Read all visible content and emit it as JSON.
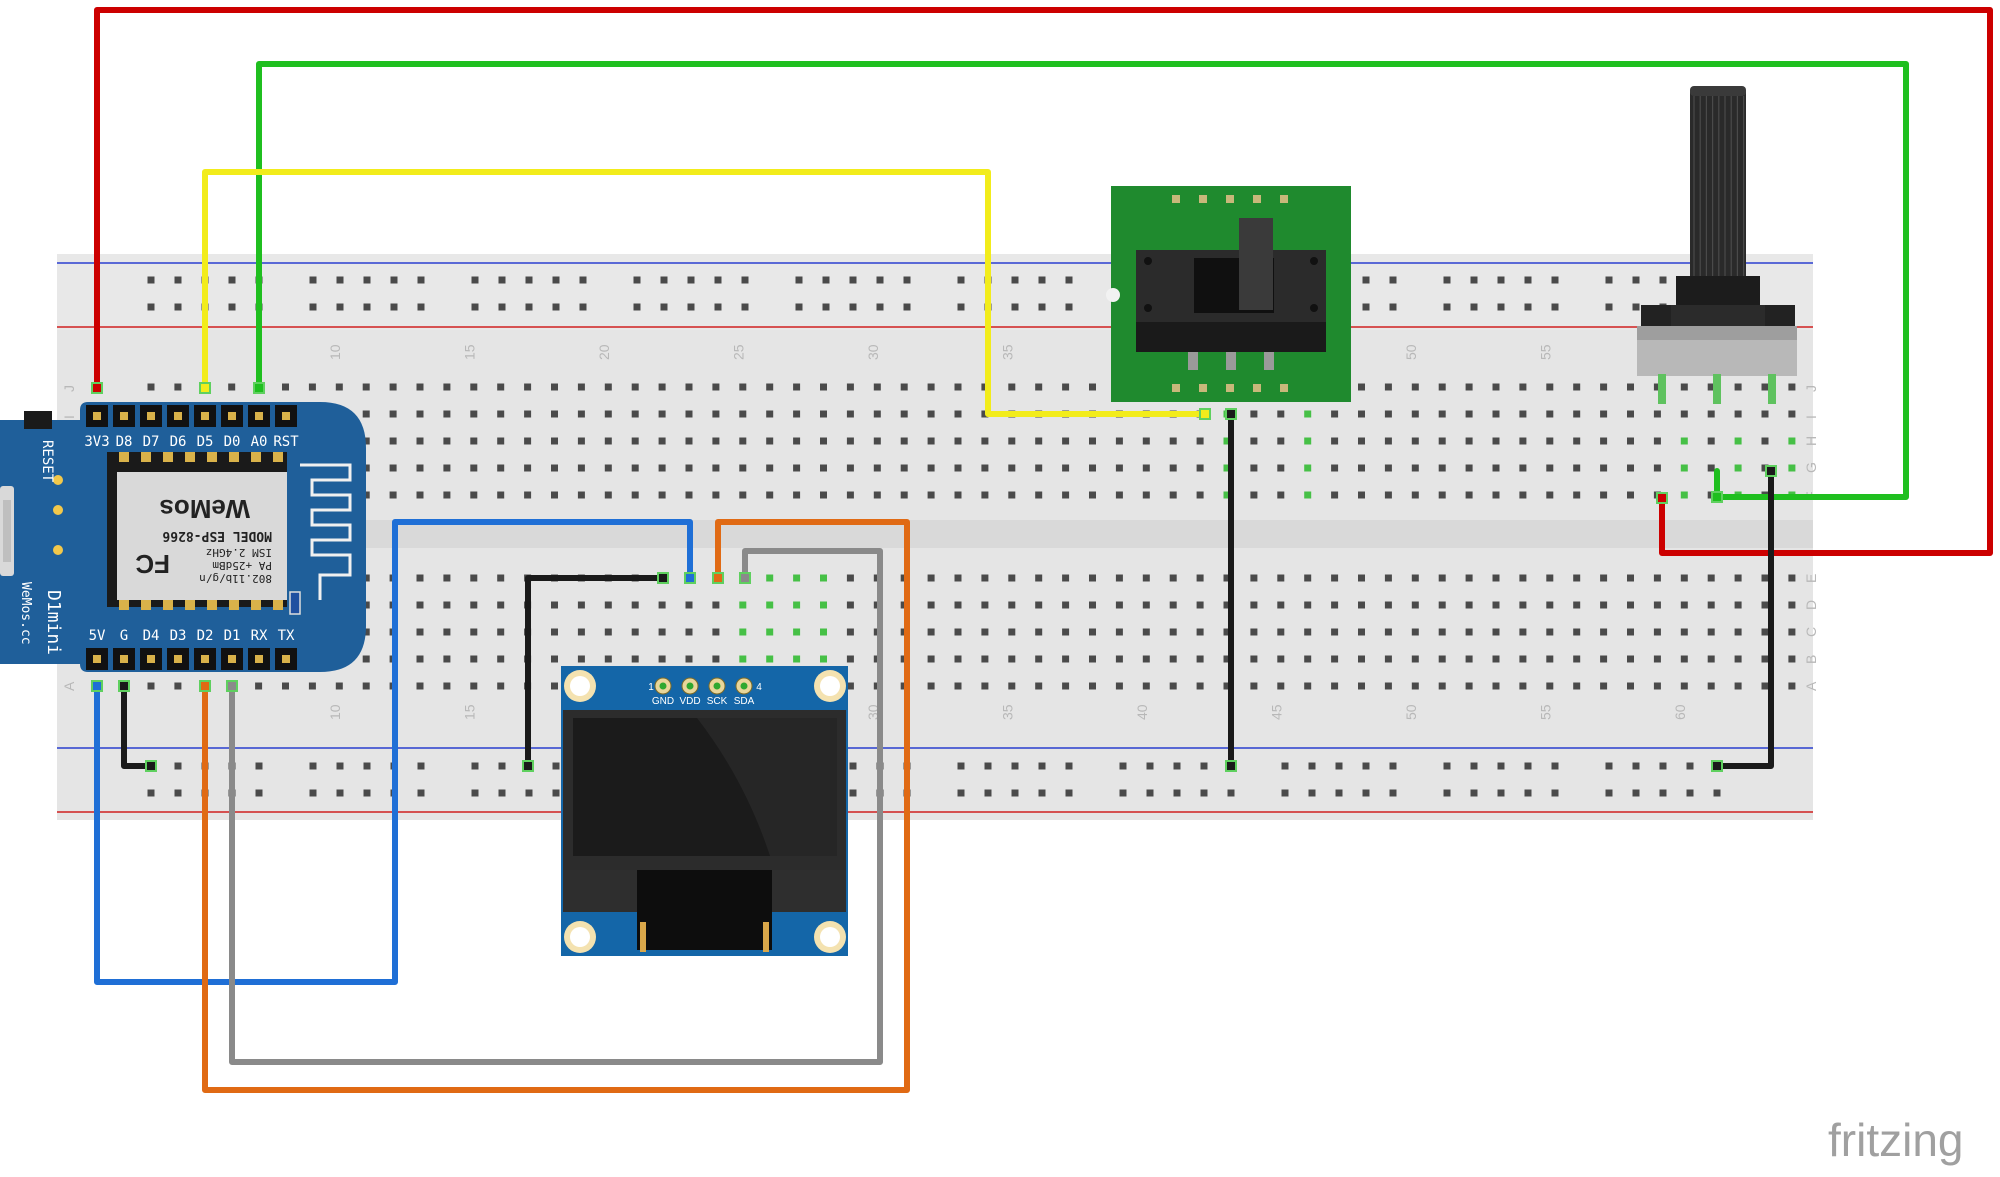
{
  "branding": {
    "watermark": "fritzing"
  },
  "breadboard": {
    "column_numbers": [
      "10",
      "15",
      "20",
      "25",
      "30",
      "35",
      "40",
      "45",
      "50",
      "55",
      "60"
    ],
    "row_letters_top": [
      "J",
      "I",
      "H",
      "G",
      "F"
    ],
    "row_letters_bottom": [
      "E",
      "D",
      "C",
      "B",
      "A"
    ]
  },
  "d1mini": {
    "top_pins": [
      "3V3",
      "D8",
      "D7",
      "D6",
      "D5",
      "D0",
      "A0",
      "RST"
    ],
    "bottom_pins": [
      "5V",
      "G",
      "D4",
      "D3",
      "D2",
      "D1",
      "RX",
      "TX"
    ],
    "reset_label": "RESET",
    "board_name": "D1mini",
    "maker": "WeMos.cc",
    "chip_model": "MODEL ESP-8266",
    "chip_spec1": "ISM 2.4GHz",
    "chip_spec2": "PA +25dBm",
    "chip_spec3": "802.11b/g/n",
    "chip_brand": "WeMos"
  },
  "oled": {
    "pins": [
      "GND",
      "VDD",
      "SCK",
      "SDA"
    ],
    "pin_index_first": "1",
    "pin_index_last": "4"
  },
  "wire_colors": {
    "red": "#cc0000",
    "green": "#1fbf1f",
    "yellow": "#f2ec1b",
    "blue": "#1f6fd6",
    "orange": "#e06a14",
    "gray": "#8a8a8a",
    "black": "#1a1a1a"
  },
  "component_colors": {
    "d1mini_board": "#1f5f9a",
    "slide_switch_pcb": "#1f8a2e",
    "oled_pcb": "#1466a8",
    "breadboard": "#e6e6e6"
  }
}
